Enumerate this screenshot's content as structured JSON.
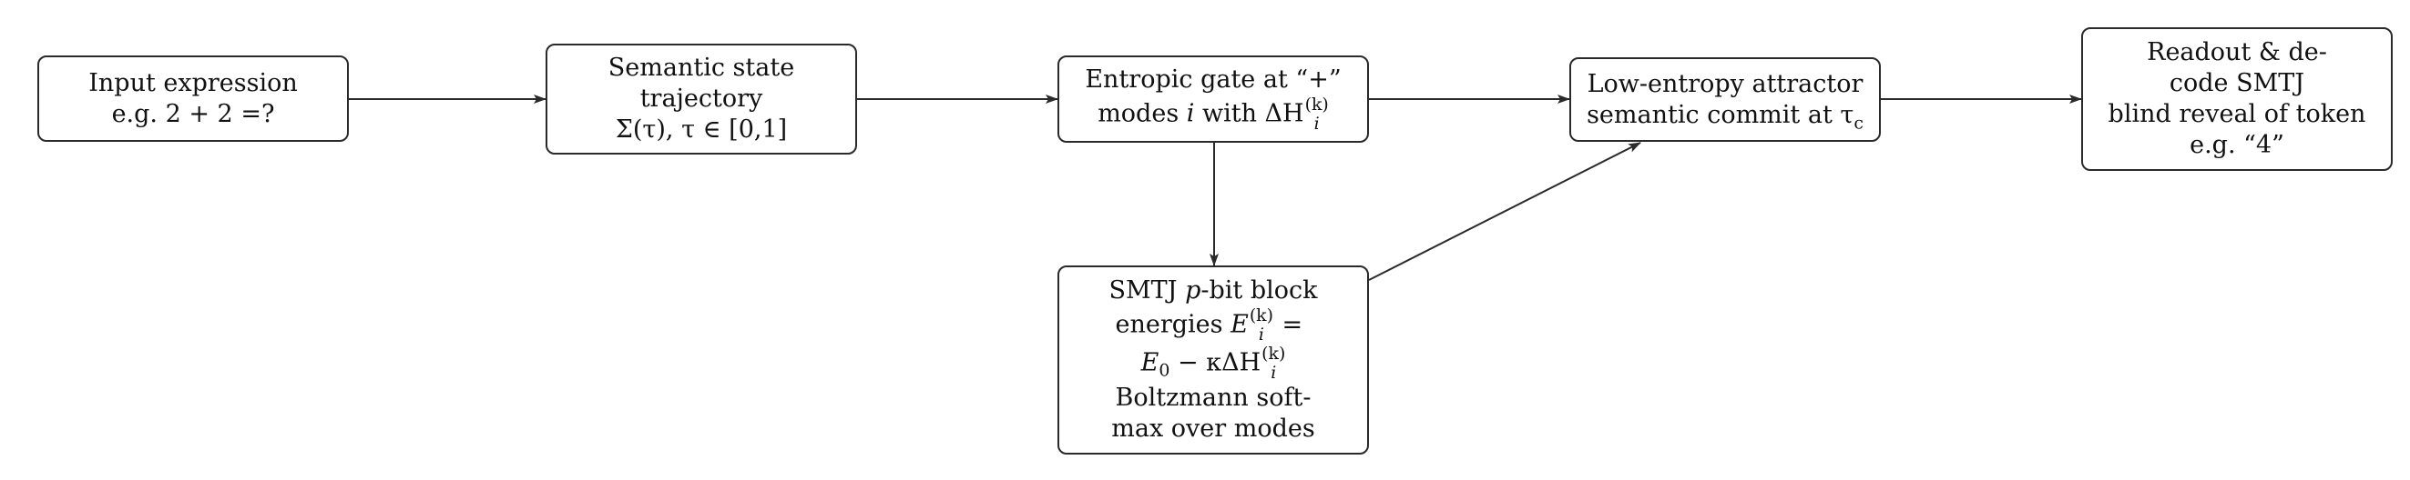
{
  "diagram": {
    "nodes": {
      "input": {
        "lines": [
          "Input expression",
          "e.g. 2 + 2 =?"
        ]
      },
      "semantic": {
        "lines": [
          "Semantic state",
          "trajectory",
          "Σ(τ), τ ∈ [0,1]"
        ]
      },
      "gate": {
        "line1_a": "Entropic gate at ",
        "line1_b": "“+”",
        "line2_a": "modes ",
        "line2_i": "i",
        "line2_b": " with ΔH",
        "sup": "(k)",
        "sub": "i"
      },
      "attractor": {
        "line1": "Low-entropy attractor",
        "line2_a": "semantic commit at τ",
        "line2_sub": "c"
      },
      "readout": {
        "lines": [
          "Readout & de-",
          "code SMTJ",
          "blind reveal of token",
          "e.g. “4”"
        ]
      },
      "smtj": {
        "line1_a": "SMTJ ",
        "line1_p": "p",
        "line1_b": "-bit block",
        "line2_a": "energies ",
        "line2_E": "E",
        "sup": "(k)",
        "sub": "i",
        "line2_eq": "=",
        "line3_a": "E",
        "line3_sub0": "0",
        "line3_b": " − κΔH",
        "line4": "Boltzmann soft-",
        "line5": "max over modes"
      }
    }
  }
}
